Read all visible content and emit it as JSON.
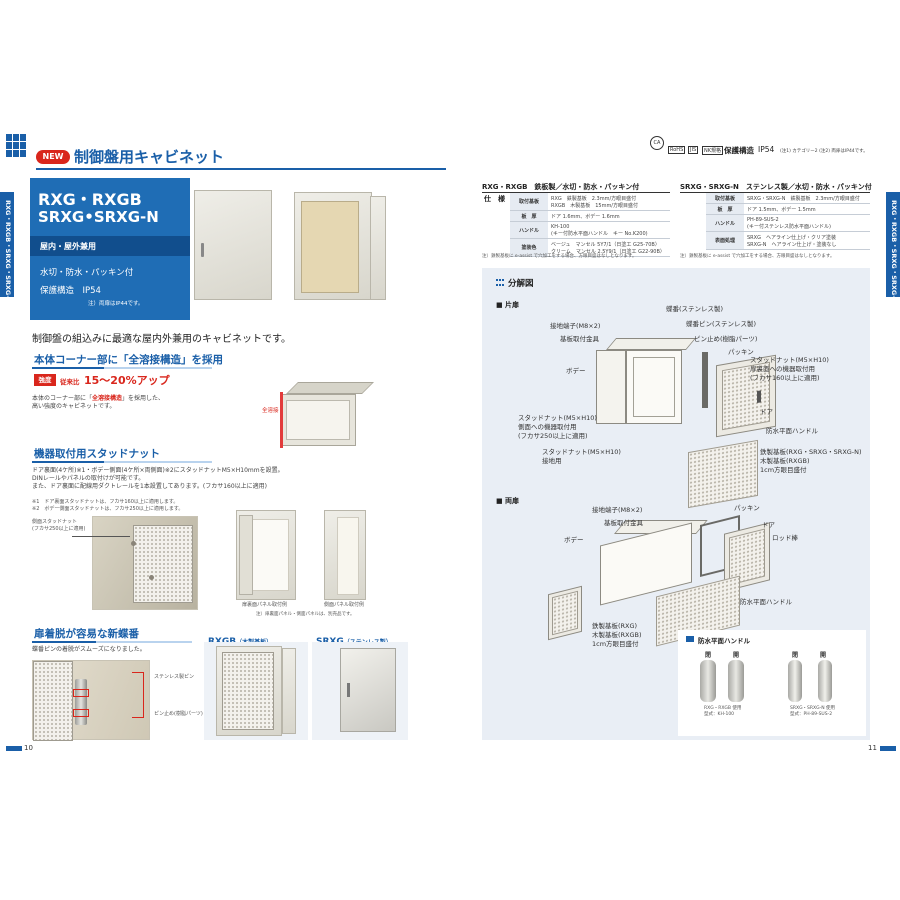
{
  "page_left_number": "10",
  "page_right_number": "11",
  "side_tab_left": "RXG・RXGB・SRXG・SRXG-N",
  "side_tab_right": "RXG・RXGB・SRXG・SRXG-N",
  "new_badge": "NEW",
  "main_title": "制御盤用キャビネット",
  "cert_marks": {
    "ca": "CA",
    "rohs": "RoHS",
    "jis": "JIS",
    "m3": "NK規格"
  },
  "protection_label": "保護構造",
  "protection_value": "IP54",
  "protection_notes": "(注1) カテゴリー2  (注2) 両扉はIP44です。",
  "product_box": {
    "line1": "RXG・RXGB",
    "line2": "SRXG•SRXG-N",
    "tag": "屋内・屋外兼用",
    "feature": "水切・防水・パッキン付",
    "protection": "保護構造　IP54",
    "note": "注）両扉はIP44です。"
  },
  "lead_text": "制御盤の組込みに最適な屋内外兼用のキャビネットです。",
  "section_corner": {
    "title": "本体コーナー部に「全溶接構造」を採用",
    "strength_badge": "強度",
    "strength_prefix": "従来比",
    "strength_value": "15〜20%アップ",
    "body_pre": "本体のコーナー部に「",
    "body_emph": "全溶接構造",
    "body_post": "」を採用した、",
    "body_line2": "高い強度のキャビネットです。",
    "label_weld": "全溶接"
  },
  "section_stud": {
    "title": "機器取付用スタッドナット",
    "body1": "ドア裏面(4ケ所)※1・ボデー側面(4ケ所×両側面)※2にスタッドナットM5×H10mmを設置。",
    "body2": "DINレールやパネルの取付けが可能です。",
    "body3": "また、ドア裏面に配線用ダクトレールを1本設置してあります。(フカサ160以上に適用)",
    "note1": "※1　ドア裏面スタッドナットは、フカサ160以上に適用します。",
    "note2": "※2　ボデー側面スタッドナットは、フカサ250以上に適用します。",
    "callout_side": "側面スタッドナット",
    "callout_side2": "(フカサ250以上に適用)",
    "caption_door": "扉裏面パネル取付例",
    "caption_side": "側面パネル取付例",
    "caption_note": "注）扉裏面パネル・側面パネルは、別売品です。"
  },
  "section_hinge": {
    "title": "扉着脱が容易な新蝶番",
    "body": "蝶番ピンの着脱がスムーズになりました。",
    "label_stainless": "ステンレス製ピン",
    "label_stop": "ピン止め(樹脂パーツ)"
  },
  "variant_rxgb": {
    "name": "RXGB",
    "sub": "（木製基板）"
  },
  "variant_srxg": {
    "name": "SRXG",
    "sub": "（ステンレス製）"
  },
  "spec_rxg": {
    "title": "RXG・RXGB　鉄板製／水切・防水・パッキン付",
    "label": "仕　様",
    "rows": [
      {
        "k": "取付基板",
        "v": "RXG　鉄製基板　2.3mm/方眼目盛付\nRXGB　木製基板　15mm/方眼目盛付"
      },
      {
        "k": "板　厚",
        "v": "ドア 1.6mm、ボデー 1.6mm"
      },
      {
        "k": "ハンドル",
        "v": "KH-100\n(キー付防水平面ハンドル　キー No.K200)"
      },
      {
        "k": "塗装色",
        "v": "ベージュ　マンセル 5Y7/1（日塗工 G25-70B）\nクリーム　マンセル 2.5Y9/1（日塗工 G22-90B）"
      }
    ],
    "note": "注）鉄製基板に e-assist で穴加工をする場合、方眼目盛はなしとなります。"
  },
  "spec_srxg": {
    "title": "SRXG・SRXG-N　ステンレス製／水切・防水・パッキン付",
    "rows": [
      {
        "k": "取付基板",
        "v": "SRXG・SRXG-N　鉄製基板　2.3mm/方眼目盛付"
      },
      {
        "k": "板　厚",
        "v": "ドア 1.5mm、ボデー 1.5mm"
      },
      {
        "k": "ハンドル",
        "v": "PH-89-SUS-2\n(キー付ステンレス防水平面ハンドル)"
      },
      {
        "k": "表面処理",
        "v": "SRXG　ヘアライン仕上げ・クリア塗装\nSRXG-N　ヘアライン仕上げ・塗装なし"
      }
    ],
    "note": "注）鉄製基板に e-assist で穴加工をする場合、方眼目盛はなしとなります。"
  },
  "diagram": {
    "title": "分解図",
    "single_label": "■ 片扉",
    "double_label": "■ 両扉",
    "single": {
      "hinge": "蝶番(ステンレス製)",
      "hinge_pin": "蝶番ピン(ステンレス製)",
      "ground": "接地端子(M8×2)",
      "plate_fix": "基板取付金具",
      "pin_stop": "ピン止め(樹脂パーツ)",
      "packing": "パッキン",
      "stud_door": "スタッドナット(M5×H10)",
      "stud_door2": "扉裏面への機器取付用",
      "stud_door3": "(フカサ160以上に適用)",
      "body": "ボデー",
      "door": "ドア",
      "handle": "防水平面ハンドル",
      "stud_side": "スタッドナット(M5×H10)",
      "stud_side2": "側面への機器取付用",
      "stud_side3": "(フカサ250以上に適用)",
      "stud_ground": "スタッドナット(M5×H10)",
      "stud_ground2": "接地用",
      "plate": "鉄製基板(RXG・SRXG・SRXG-N)",
      "plate2": "木製基板(RXGB)",
      "plate3": "1cm方眼目盛付"
    },
    "double": {
      "ground": "接地端子(M8×2)",
      "plate_fix": "基板取付金具",
      "body": "ボデー",
      "packing": "パッキン",
      "door": "ドア",
      "rod": "ロッド棒",
      "handle": "防水平面ハンドル",
      "plate": "鉄製基板(RXG)",
      "plate2": "木製基板(RXGB)",
      "plate3": "1cm方眼目盛付"
    },
    "inset": {
      "title": "防水平面ハンドル",
      "closed": "閉",
      "open": "開",
      "closed2": "閉",
      "open2": "開",
      "cap1": "RXG・RXGB 使用",
      "cap1b": "型式：KH-100",
      "cap2": "SRXG・SRXG-N 使用",
      "cap2b": "型式：PH-89-SUS-2"
    }
  },
  "colors": {
    "accent_blue": "#1a5fa8",
    "new_red": "#d9261c",
    "panel_bg": "#e9eef5",
    "product_box_bg": "#1f6db5"
  }
}
